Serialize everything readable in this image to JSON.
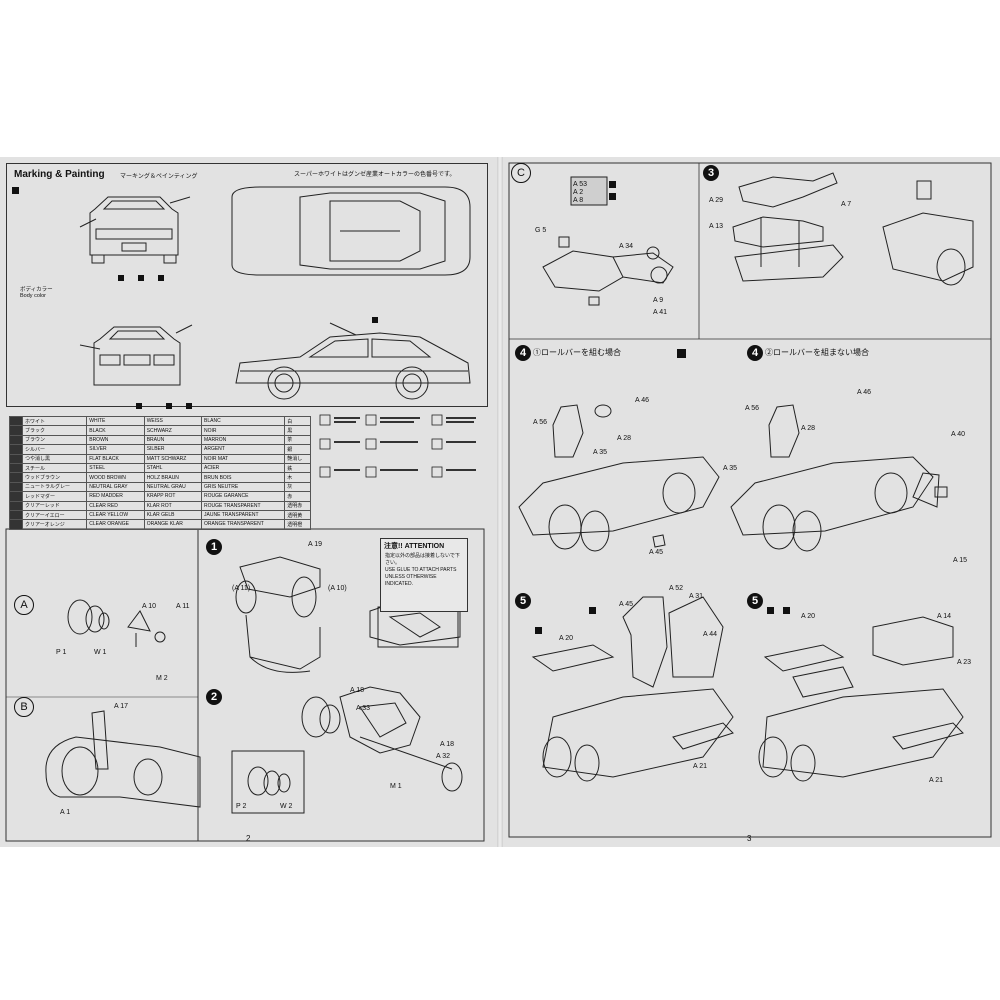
{
  "left_page": {
    "marking": {
      "title": "Marking & Painting",
      "subtitle": "マーキング＆ペインティング",
      "note": "スーパーホワイトはグンゼ産業オートカラーの色番号です。",
      "body_color_label": "ボディカラー",
      "body_color_sub": "Body color"
    },
    "paint_table": [
      [
        "ホワイト",
        "WHITE",
        "WEISS",
        "BLANC",
        "白"
      ],
      [
        "ブラック",
        "BLACK",
        "SCHWARZ",
        "NOIR",
        "黒"
      ],
      [
        "ブラウン",
        "BROWN",
        "BRAUN",
        "MARRON",
        "茶"
      ],
      [
        "シルバー",
        "SILVER",
        "SILBER",
        "ARGENT",
        "銀"
      ],
      [
        "つや消し黒",
        "FLAT BLACK",
        "MATT SCHWARZ",
        "NOIR MAT",
        "艶消し"
      ],
      [
        "スチール",
        "STEEL",
        "STAHL",
        "ACIER",
        "鉄"
      ],
      [
        "ウッドブラウン",
        "WOOD BROWN",
        "HOLZ BRAUN",
        "BRUN BOIS",
        "木"
      ],
      [
        "ニュートラルグレー",
        "NEUTRAL GRAY",
        "NEUTRAL GRAU",
        "GRIS NEUTRE",
        "灰"
      ],
      [
        "レッドマダー",
        "RED MADDER",
        "KRAPP ROT",
        "ROUGE GARANCE",
        "赤"
      ],
      [
        "クリアーレッド",
        "CLEAR RED",
        "KLAR ROT",
        "ROUGE TRANSPARENT",
        "透明赤"
      ],
      [
        "クリアーイエロー",
        "CLEAR YELLOW",
        "KLAR GELB",
        "JAUNE TRANSPARENT",
        "透明黄"
      ],
      [
        "クリアーオレンジ",
        "CLEAR ORANGE",
        "ORANGE KLAR",
        "ORANGE TRANSPARENT",
        "透明橙"
      ]
    ],
    "steps": {
      "A": "A",
      "B": "B",
      "one": "1",
      "two": "2"
    },
    "attention": {
      "title": "注意!! ATTENTION",
      "jp": "指定以外の部品は接着しないで下さい。",
      "en": "USE GLUE TO ATTACH PARTS UNLESS OTHERWISE INDICATED."
    },
    "part_labels_a": [
      "P 1",
      "W 1",
      "A 10",
      "A 11",
      "M 2"
    ],
    "part_labels_b": [
      "A 17",
      "A 1"
    ],
    "part_labels_1": [
      "A 19",
      "(A 11)",
      "(A 10)",
      "A 18",
      "A 33",
      "A 18",
      "A 32",
      "M 1"
    ],
    "part_labels_2": [
      "P 2",
      "W 2"
    ],
    "page_number": "2"
  },
  "right_page": {
    "steps": {
      "C": "C",
      "three": "3",
      "four_a": "4",
      "four_a_title": "①ロールバーを組む場合",
      "four_b": "4",
      "four_b_title": "②ロールバーを組まない場合",
      "five_a": "5",
      "five_b": "5"
    },
    "part_labels_c": [
      "A 53",
      "A 2",
      "A 8",
      "G 5",
      "A 34",
      "A 9",
      "A 41"
    ],
    "part_labels_3": [
      "A 29",
      "A 13",
      "A 7"
    ],
    "part_labels_4a": [
      "A 46",
      "A 56",
      "A 35",
      "A 28",
      "A 45"
    ],
    "part_labels_4b": [
      "A 46",
      "A 56",
      "A 35",
      "A 28",
      "A 40",
      "A 15"
    ],
    "part_labels_5a": [
      "A 45",
      "A 52",
      "A 31",
      "A 20",
      "A 44",
      "A 21"
    ],
    "part_labels_5b": [
      "A 20",
      "A 14",
      "A 23",
      "A 21"
    ],
    "page_number": "3"
  },
  "colors": {
    "paper": "#e2e2e2",
    "ink": "#111111",
    "background": "#ffffff"
  }
}
